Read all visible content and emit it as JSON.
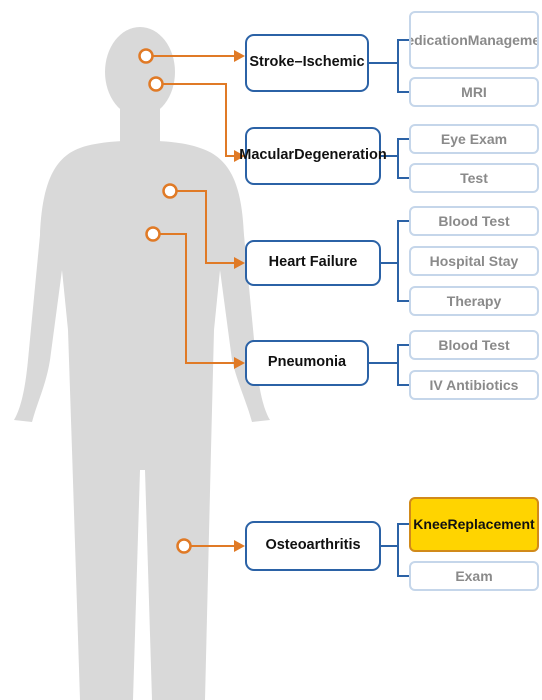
{
  "colors": {
    "connector": "#e07a26",
    "condition_border": "#2b62a6",
    "procedure_border": "#c5d6ea",
    "procedure_text": "#8a8a8a",
    "highlight_fill": "#ffd400",
    "highlight_border": "#d18a1a",
    "body_silhouette": "#d9d9d9"
  },
  "conditions": [
    {
      "id": "stroke",
      "lines": [
        "Stroke–",
        "Ischemic"
      ]
    },
    {
      "id": "macular",
      "lines": [
        "Macular",
        "Degeneration"
      ]
    },
    {
      "id": "heart",
      "lines": [
        "Heart Failure"
      ]
    },
    {
      "id": "pneumonia",
      "lines": [
        "Pneumonia"
      ]
    },
    {
      "id": "osteo",
      "lines": [
        "Osteoarthritis"
      ]
    }
  ],
  "procedures": [
    {
      "condition": "stroke",
      "lines": [
        "Medication",
        "Management"
      ],
      "highlighted": false
    },
    {
      "condition": "stroke",
      "lines": [
        "MRI"
      ],
      "highlighted": false
    },
    {
      "condition": "macular",
      "lines": [
        "Eye Exam"
      ],
      "highlighted": false
    },
    {
      "condition": "macular",
      "lines": [
        "Test"
      ],
      "highlighted": false
    },
    {
      "condition": "heart",
      "lines": [
        "Blood Test"
      ],
      "highlighted": false
    },
    {
      "condition": "heart",
      "lines": [
        "Hospital Stay"
      ],
      "highlighted": false
    },
    {
      "condition": "heart",
      "lines": [
        "Therapy"
      ],
      "highlighted": false
    },
    {
      "condition": "pneumonia",
      "lines": [
        "Blood Test"
      ],
      "highlighted": false
    },
    {
      "condition": "pneumonia",
      "lines": [
        "IV Antibiotics"
      ],
      "highlighted": false
    },
    {
      "condition": "osteo",
      "lines": [
        "Knee",
        "Replacement"
      ],
      "highlighted": true
    },
    {
      "condition": "osteo",
      "lines": [
        "Exam"
      ],
      "highlighted": false
    }
  ]
}
